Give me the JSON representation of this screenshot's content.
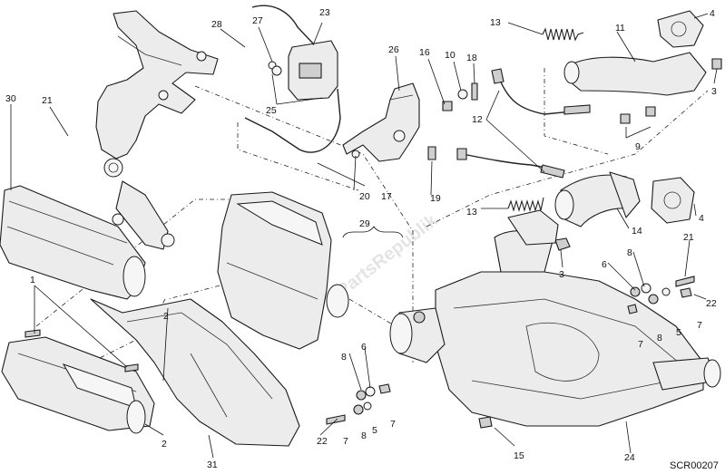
{
  "diagram": {
    "reference_code": "SCR00207",
    "watermark": "PartsRepublik",
    "callouts": {
      "c1": "1",
      "c2a": "2",
      "c2b": "2",
      "c3a": "3",
      "c3b": "3",
      "c4a": "4",
      "c4b": "4",
      "c5a": "5",
      "c5b": "5",
      "c6a": "6",
      "c6b": "6",
      "c7a": "7",
      "c7b": "7",
      "c7c": "7",
      "c7d": "7",
      "c8a": "8",
      "c8b": "8",
      "c8c": "8",
      "c8d": "8",
      "c9": "9",
      "c10": "10",
      "c11": "11",
      "c12": "12",
      "c13a": "13",
      "c13b": "13",
      "c14": "14",
      "c15": "15",
      "c16": "16",
      "c17": "17",
      "c18": "18",
      "c19": "19",
      "c20": "20",
      "c21a": "21",
      "c21b": "21",
      "c22a": "22",
      "c22b": "22",
      "c23": "23",
      "c24": "24",
      "c25": "25",
      "c26": "26",
      "c27": "27",
      "c28": "28",
      "c29": "29",
      "c30": "30",
      "c31": "31"
    }
  }
}
